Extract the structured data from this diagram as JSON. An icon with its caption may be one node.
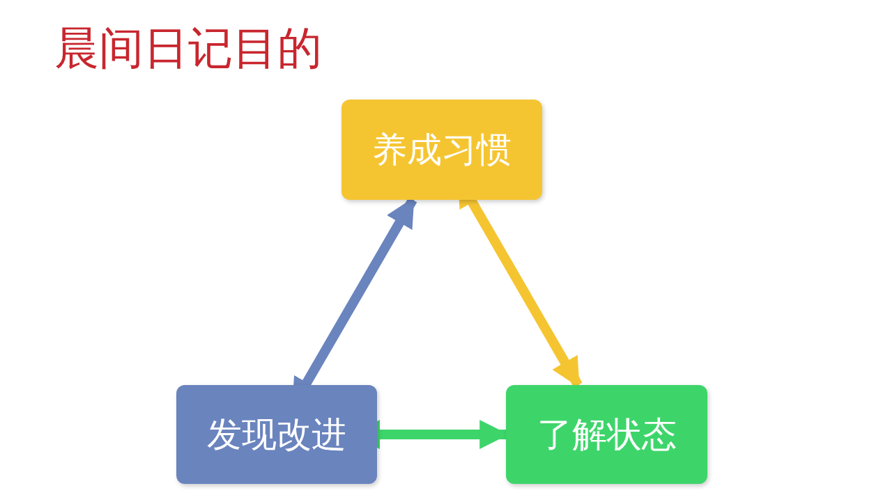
{
  "diagram": {
    "title": "晨间日记目的",
    "nodes": [
      {
        "text": [
          "养成习惯"
        ]
      },
      {
        "text": [
          "发现改进"
        ]
      },
      {
        "text": [
          "了解状态"
        ]
      }
    ],
    "edges": [
      {
        "from": 1,
        "to": 0,
        "arrow": "both",
        "color": "#6a84be"
      },
      {
        "from": 0,
        "to": 2,
        "arrow": "both",
        "color": "#f5c531"
      },
      {
        "from": 1,
        "to": 2,
        "arrow": "both",
        "color": "#3dd56a"
      }
    ]
  }
}
